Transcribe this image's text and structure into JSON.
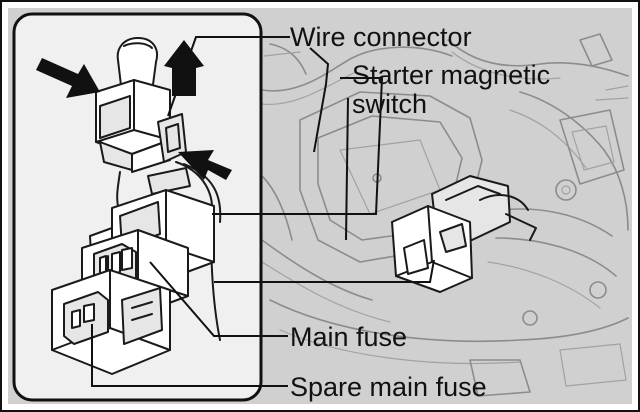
{
  "labels": {
    "wire_connector": "Wire connector",
    "starter_line1": "Starter magnetic",
    "starter_line2": "switch",
    "main_fuse": "Main fuse",
    "spare_main_fuse": "Spare main fuse"
  },
  "colors": {
    "background": "#ffffff",
    "frame": "#111111",
    "inset_panel": "#f0f0f0",
    "engine_bay": "#d0d0d0",
    "label_text": "#111111"
  }
}
